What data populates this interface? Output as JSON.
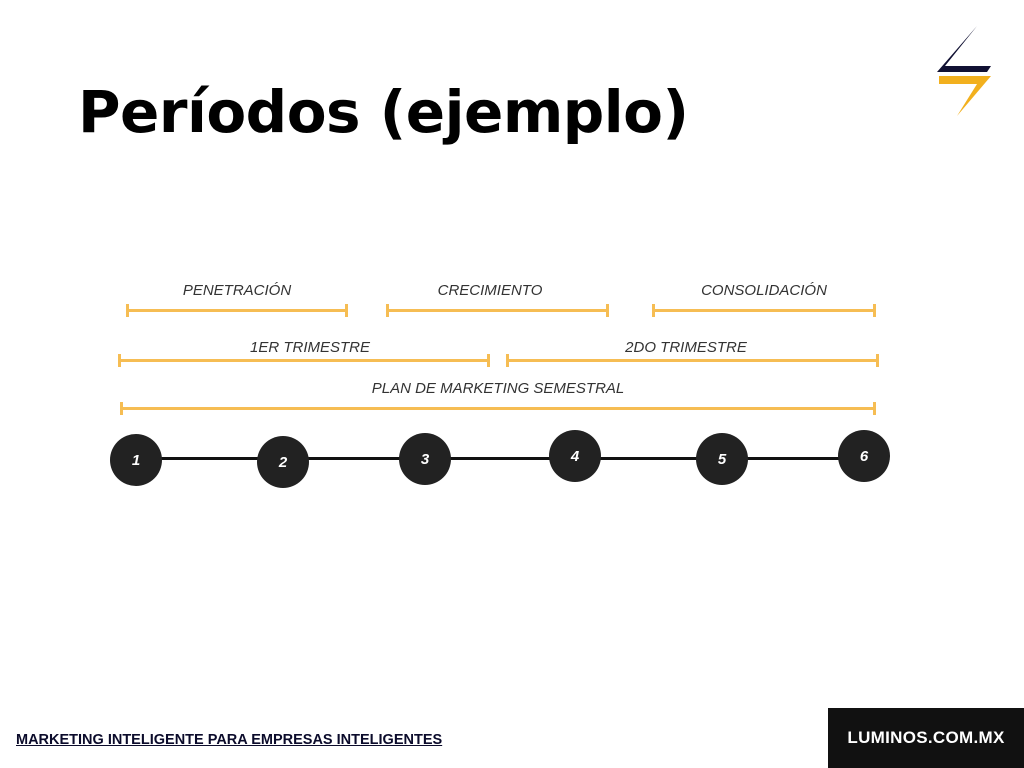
{
  "title": "Períodos (ejemplo)",
  "colors": {
    "accent": "#f6bd53",
    "node": "#222222",
    "logo_dark": "#111133",
    "logo_gold": "#f2b01e"
  },
  "logo": {
    "icon": "lightning-bolt-icon"
  },
  "phases": [
    {
      "label": "PENETRACIÓN"
    },
    {
      "label": "CRECIMIENTO"
    },
    {
      "label": "CONSOLIDACIÓN"
    }
  ],
  "quarters": [
    {
      "label": "1ER TRIMESTRE"
    },
    {
      "label": "2DO TRIMESTRE"
    }
  ],
  "plan": {
    "label": "PLAN DE MARKETING SEMESTRAL"
  },
  "nodes": [
    "1",
    "2",
    "3",
    "4",
    "5",
    "6"
  ],
  "footer": {
    "tagline": "MARKETING INTELIGENTE PARA EMPRESAS INTELIGENTES",
    "brand": "LUMINOS.COM.MX"
  }
}
